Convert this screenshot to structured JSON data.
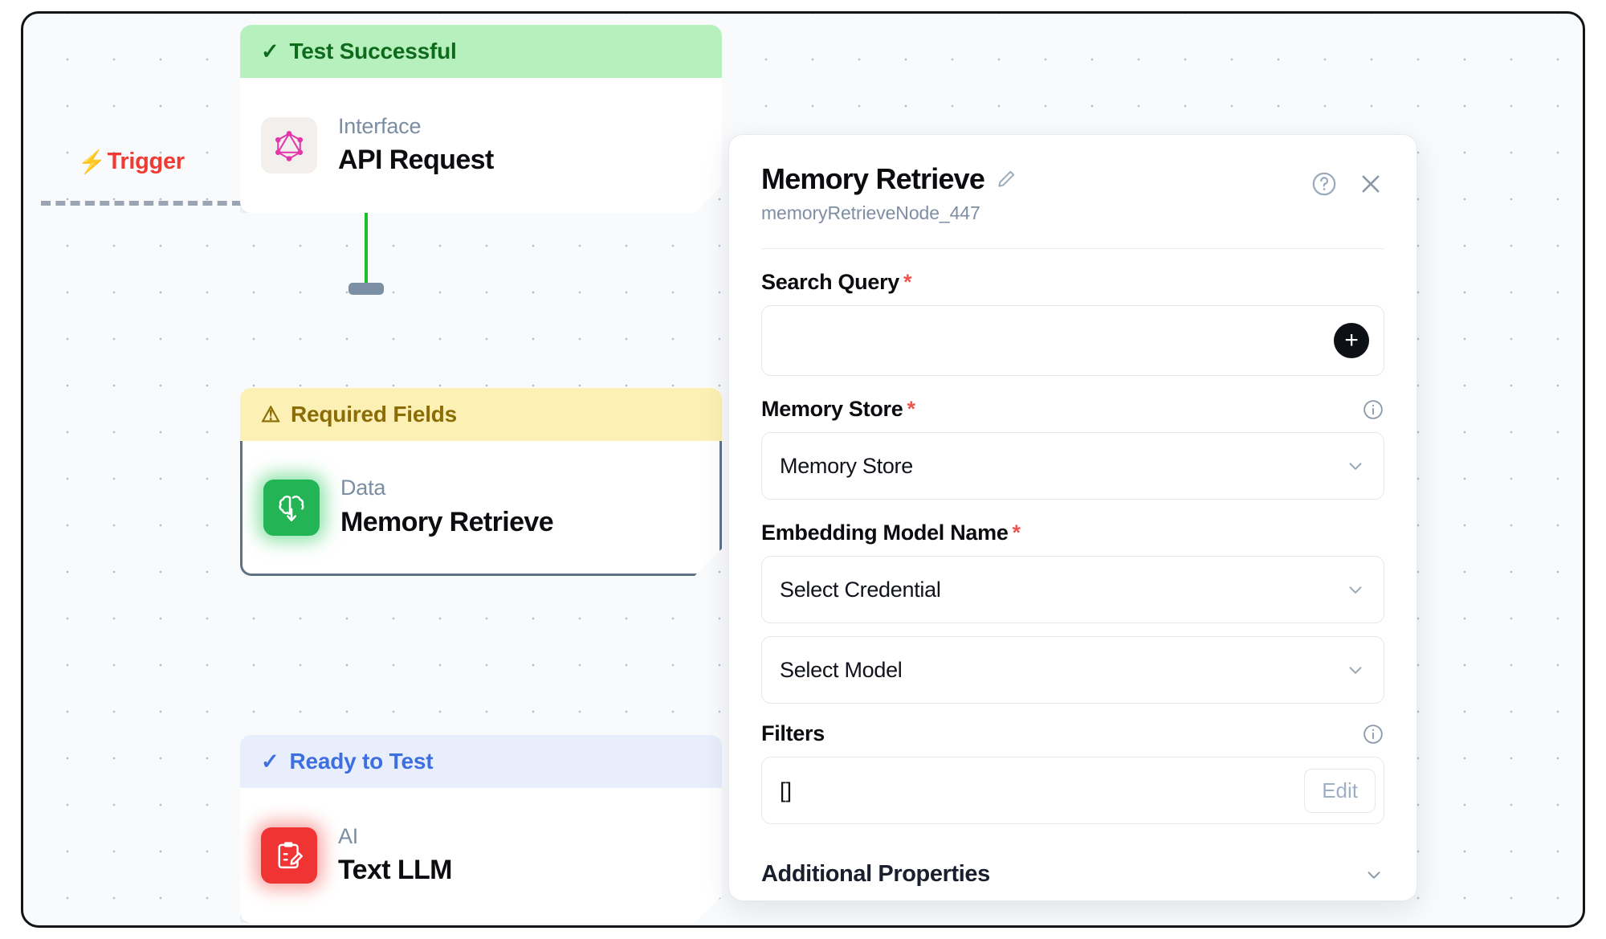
{
  "canvas": {
    "trigger": {
      "label": "Trigger",
      "icon": "lightning-bolt-icon",
      "color": "#ef3b33"
    }
  },
  "flow_nodes": [
    {
      "banner": {
        "text": "Test Successful",
        "icon": "check-icon",
        "style": "success",
        "bg": "#b6f0bd",
        "fg": "#0e6b1b"
      },
      "kind": "Interface",
      "title": "API Request",
      "icon": "graphql-icon"
    },
    {
      "banner": {
        "text": "Required Fields",
        "icon": "warning-triangle-icon",
        "style": "warning",
        "bg": "#fcf0b4",
        "fg": "#8a6d06"
      },
      "kind": "Data",
      "title": "Memory Retrieve",
      "icon": "brain-download-icon",
      "selected": true
    },
    {
      "banner": {
        "text": "Ready to Test",
        "icon": "check-icon",
        "style": "ready",
        "bg": "#e8eefc",
        "fg": "#3e6fe0"
      },
      "kind": "AI",
      "title": "Text LLM",
      "icon": "clipboard-pencil-icon"
    }
  ],
  "edges": [
    {
      "from": "API Request",
      "to": "Memory Retrieve",
      "color": "#18c023",
      "state": "active"
    },
    {
      "from": "Memory Retrieve",
      "to": "Text LLM",
      "color": "#8fa2b5",
      "state": "idle"
    }
  ],
  "panel": {
    "title": "Memory Retrieve",
    "edit_icon": "pencil-icon",
    "node_id": "memoryRetrieveNode_447",
    "help_icon": "help-circle-icon",
    "close_icon": "close-icon",
    "fields": {
      "search_query": {
        "label": "Search Query",
        "required": true,
        "value": "",
        "placeholder": "",
        "add_button_icon": "plus-icon"
      },
      "memory_store": {
        "label": "Memory Store",
        "required": true,
        "info_icon": "info-icon",
        "value": "Memory Store",
        "chevron_icon": "chevron-down-icon"
      },
      "embedding_model_name": {
        "label": "Embedding Model Name",
        "required": true,
        "credential_value": "Select Credential",
        "model_value": "Select Model",
        "chevron_icon": "chevron-down-icon"
      },
      "filters": {
        "label": "Filters",
        "required": false,
        "info_icon": "info-icon",
        "value": "[]",
        "edit_label": "Edit"
      },
      "additional_properties": {
        "label": "Additional Properties",
        "chevron_icon": "chevron-down-icon"
      }
    }
  }
}
